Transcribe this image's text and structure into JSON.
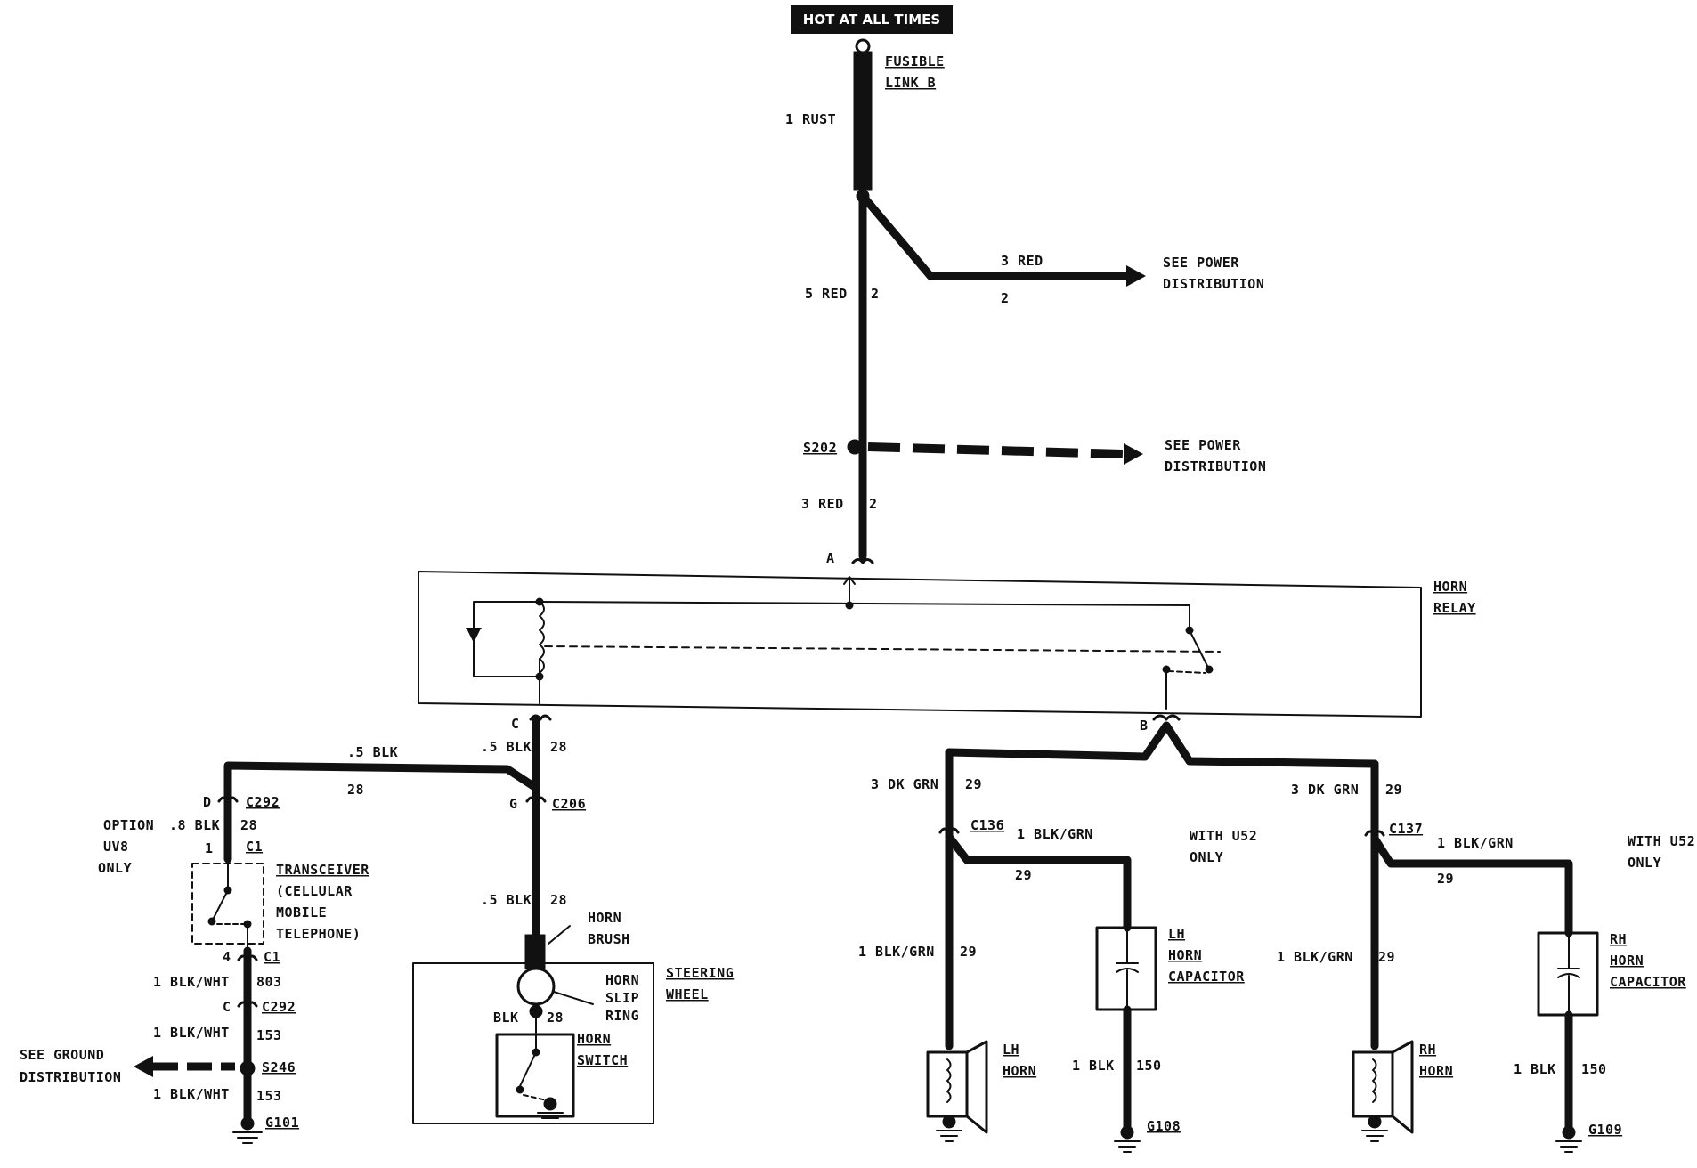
{
  "top": {
    "hot_at_all_times": "HOT AT ALL TIMES",
    "fusible_link_1": "FUSIBLE",
    "fusible_link_2": "LINK B",
    "wire_rust": "1 RUST"
  },
  "feed": {
    "wire_5red": "5 RED",
    "circ_2a": "2",
    "wire_3red_branch": "3 RED",
    "circ_2b": "2",
    "see_power_1a": "SEE POWER",
    "see_power_1b": "DISTRIBUTION",
    "splice_s202": "S202",
    "see_power_2a": "SEE POWER",
    "see_power_2b": "DISTRIBUTION",
    "wire_3red": "3 RED",
    "circ_2c": "2",
    "pin_a": "A"
  },
  "relay": {
    "name_1": "HORN",
    "name_2": "RELAY",
    "pin_c": "C",
    "pin_b": "B"
  },
  "left": {
    "w_5blk_top": ".5 BLK",
    "c28_top": "28",
    "w_5blk_c": ".5 BLK",
    "c28_c": "28",
    "pin_g": "G",
    "conn_c206": "C206",
    "pin_d": "D",
    "conn_c292a": "C292",
    "option_1": "OPTION",
    "option_2": "UV8",
    "option_3": "ONLY",
    "w_8blk": ".8 BLK",
    "c28_d": "28",
    "pin_1": "1",
    "conn_c1a": "C1",
    "transceiver_1": "TRANSCEIVER",
    "transceiver_2": "(CELLULAR",
    "transceiver_3": "MOBILE",
    "transceiver_4": "TELEPHONE)",
    "pin_4": "4",
    "conn_c1b": "C1",
    "w_blkwht_1": "1 BLK/WHT",
    "c803": "803",
    "pin_c2": "C",
    "conn_c292b": "C292",
    "w_blkwht_2": "1 BLK/WHT",
    "c153a": "153",
    "see_ground_1": "SEE GROUND",
    "see_ground_2": "DISTRIBUTION",
    "splice_s246": "S246",
    "w_blkwht_3": "1 BLK/WHT",
    "c153b": "153",
    "ground_g101": "G101",
    "w_5blk_low": ".5 BLK",
    "c28_low": "28",
    "horn_brush_1": "HORN",
    "horn_brush_2": "BRUSH",
    "steering_1": "STEERING",
    "steering_2": "WHEEL",
    "slip_1": "HORN",
    "slip_2": "SLIP",
    "slip_3": "RING",
    "w_blk": "BLK",
    "c28_sw": "28",
    "horn_switch_1": "HORN",
    "horn_switch_2": "SWITCH"
  },
  "lh": {
    "w_dkgrn": "3 DK GRN",
    "c29a": "29",
    "conn_c136": "C136",
    "w_blkgrn_cap": "1 BLK/GRN",
    "c29_cap": "29",
    "with_1": "WITH U52",
    "with_2": "ONLY",
    "w_blkgrn_horn": "1 BLK/GRN",
    "c29_horn": "29",
    "cap_1": "LH",
    "cap_2": "HORN",
    "cap_3": "CAPACITOR",
    "horn_1": "LH",
    "horn_2": "HORN",
    "w_1blk": "1 BLK",
    "c150": "150",
    "ground_g108": "G108"
  },
  "rh": {
    "w_dkgrn": "3 DK GRN",
    "c29a": "29",
    "conn_c137": "C137",
    "w_blkgrn_cap": "1 BLK/GRN",
    "c29_cap": "29",
    "with_1": "WITH U52",
    "with_2": "ONLY",
    "w_blkgrn_horn": "1 BLK/GRN",
    "c29_horn": "29",
    "cap_1": "RH",
    "cap_2": "HORN",
    "cap_3": "CAPACITOR",
    "horn_1": "RH",
    "horn_2": "HORN",
    "w_1blk": "1 BLK",
    "c150": "150",
    "ground_g109": "G109"
  }
}
